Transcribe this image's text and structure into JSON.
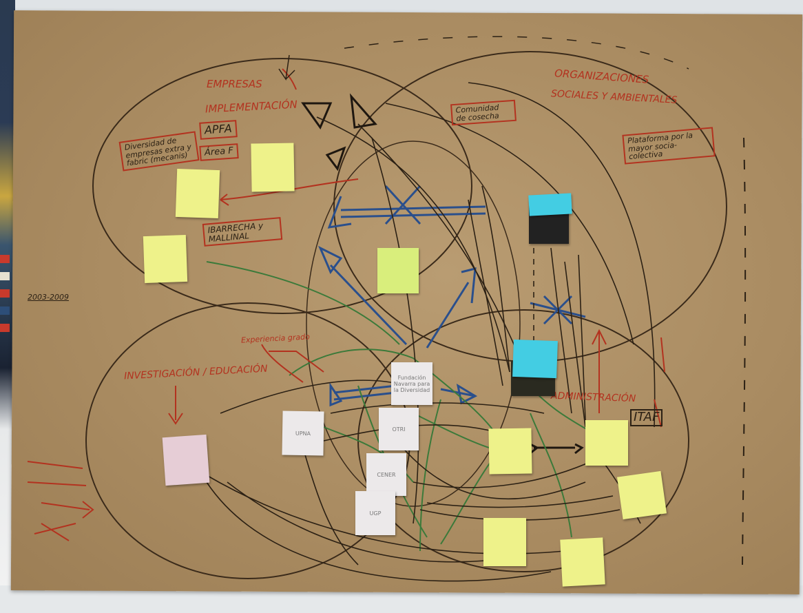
{
  "board": {
    "headings": {
      "empresas": "EMPRESAS",
      "implementacion": "IMPLEMENTACIÓN",
      "organizaciones": "ORGANIZACIONES",
      "sociales": "SOCIALES Y AMBIENTALES",
      "investigacion": "INVESTIGACIÓN / EDUCACIÓN",
      "administracion": "ADMINISTRACIÓN",
      "itaf": "ITAF"
    },
    "boxed_labels": {
      "diversidad": "Diversidad de empresas extra y fabric (mecanis)",
      "apfa": "APFA",
      "area": "Área F",
      "comunidad": "Comunidad de cosecha",
      "ibarrecha": "IBARRECHA y MALLINAL",
      "plataforma": "Plataforma por la mayor socia-colectiva"
    },
    "notes": {
      "date": "2003-2009",
      "experiencia": "Experiencia grado"
    },
    "sticky_texts": {
      "upna": "UPNA",
      "otri": "OTRI",
      "cener": "CENER",
      "ugp": "UGP",
      "center": "Fundación Navarra para la Diversidad"
    }
  },
  "colors": {
    "paper": "#aa8c62",
    "red_ink": "#b3321f",
    "black_ink": "#2b2014",
    "blue_ink": "#2a4f8c",
    "green_ink": "#3b7a3a",
    "sticky_yellow": "#eef28a",
    "sticky_lime": "#d9ee7c",
    "sticky_pink": "#e6cdd6",
    "sticky_cyan": "#43cde3"
  }
}
